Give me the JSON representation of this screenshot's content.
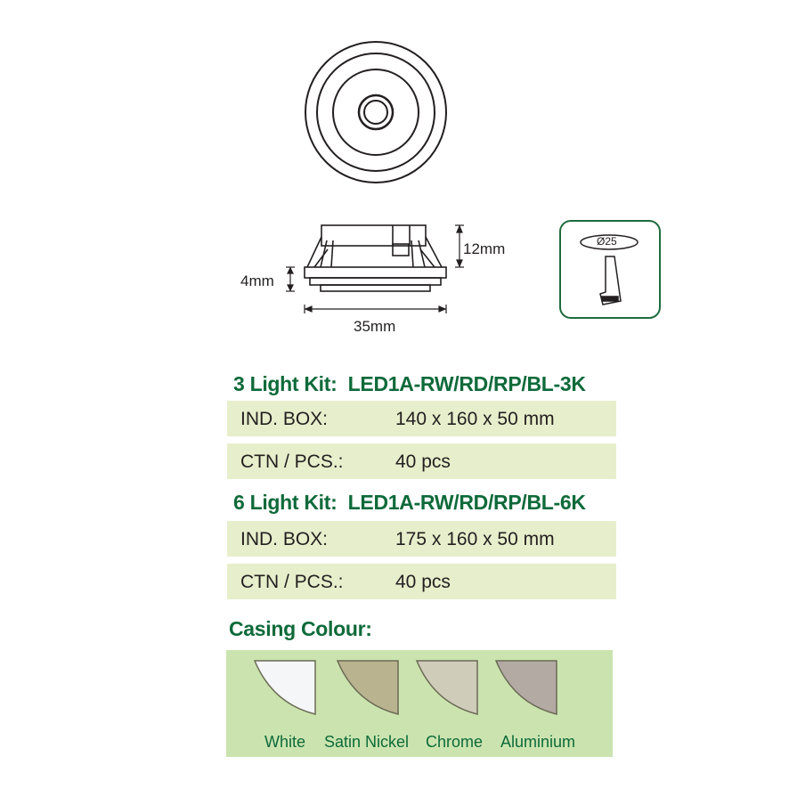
{
  "dimensions": {
    "height": "12mm",
    "flange": "4mm",
    "width": "35mm",
    "cutout": "Ø25"
  },
  "kits": [
    {
      "title": "3 Light Kit:  LED1A-RW/RD/RP/BL-3K",
      "rows": [
        {
          "label": "IND. BOX:",
          "value": "140 x 160 x 50 mm"
        },
        {
          "label": "CTN / PCS.:",
          "value": "40 pcs"
        }
      ]
    },
    {
      "title": "6 Light Kit:  LED1A-RW/RD/RP/BL-6K",
      "rows": [
        {
          "label": "IND. BOX:",
          "value": "175 x 160 x 50 mm"
        },
        {
          "label": "CTN / PCS.:",
          "value": "40 pcs"
        }
      ]
    }
  ],
  "casing": {
    "title": "Casing Colour:",
    "colours": [
      {
        "name": "White",
        "color": "#f4f6f8"
      },
      {
        "name": "Satin Nickel",
        "color": "#b9b38f"
      },
      {
        "name": "Chrome",
        "color": "#cfcdb9"
      },
      {
        "name": "Aluminium",
        "color": "#b3aaa4"
      }
    ]
  },
  "colors": {
    "accent": "#0e6a3a",
    "row_bg": "#e7eecb",
    "swatch_bg": "#cbe4af"
  }
}
